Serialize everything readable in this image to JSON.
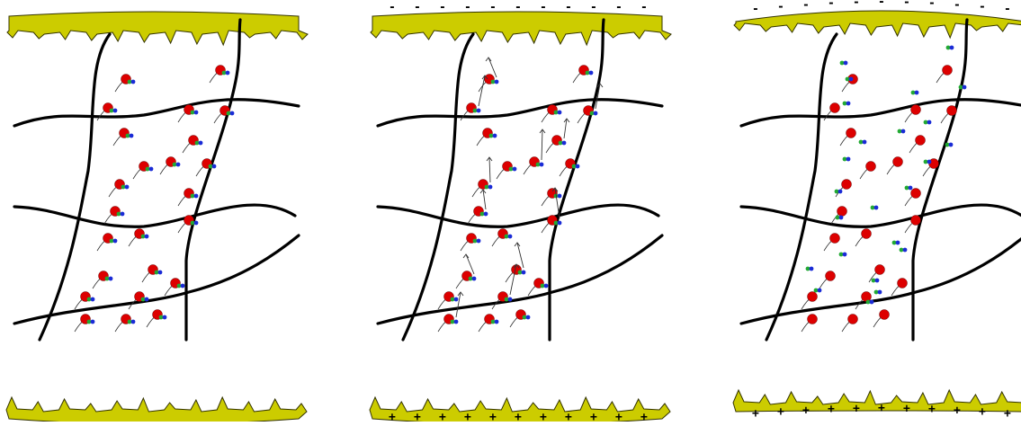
{
  "colors": {
    "electrode": "#cccc00",
    "electrode_outline": "#333300",
    "fiber": "#000000",
    "particle": "#dd0000",
    "ion_green": "#22aa33",
    "ion_blue": "#1a2bd6",
    "arrow": "#333333"
  },
  "panels": [
    {
      "state": "no-field",
      "top_charge": "",
      "bottom_charge": ""
    },
    {
      "state": "field-applied",
      "top_charge": "-",
      "bottom_charge": "+"
    },
    {
      "state": "ions-released",
      "top_charge": "-",
      "bottom_charge": "+"
    }
  ]
}
